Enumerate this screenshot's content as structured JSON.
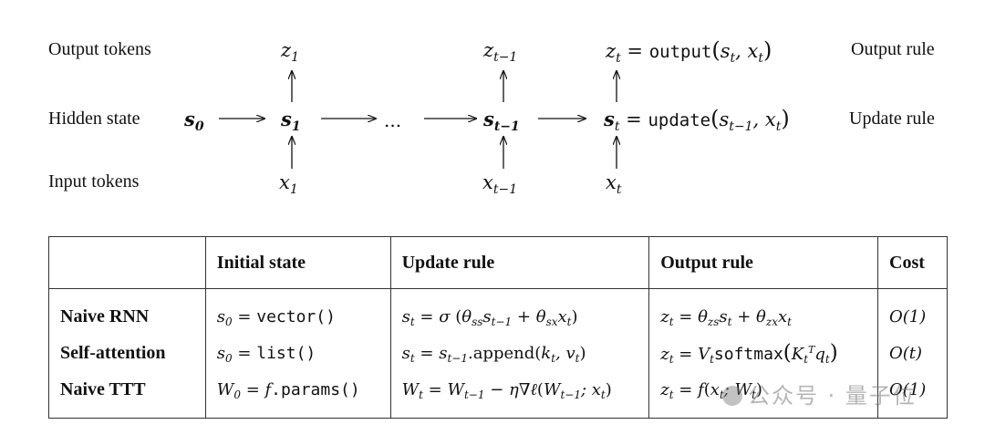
{
  "diagram": {
    "row_labels": {
      "output": "Output tokens",
      "hidden": "Hidden state",
      "input": "Input tokens"
    },
    "rule_labels": {
      "output": "Output rule",
      "update": "Update rule"
    },
    "ellipsis": "...",
    "output_fn": "output",
    "update_fn": "update"
  },
  "table": {
    "headers": [
      "",
      "Initial state",
      "Update rule",
      "Output rule",
      "Cost"
    ],
    "rows": [
      {
        "name": "Naive RNN",
        "init_fn": "vector()",
        "cost": "O(1)"
      },
      {
        "name": "Self-attention",
        "init_fn": "list()",
        "append": ".append",
        "softmax": "softmax",
        "cost": "O(t)"
      },
      {
        "name": "Naive TTT",
        "init_fn": ".params()",
        "cost": "O(1)"
      }
    ]
  },
  "watermark": "公众号 · 量子位"
}
